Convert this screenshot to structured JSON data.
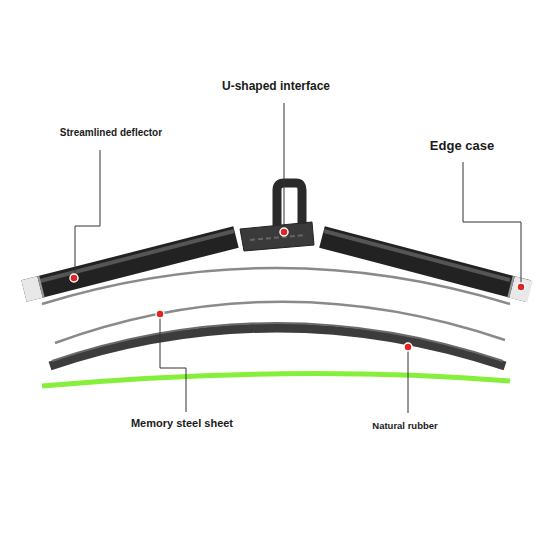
{
  "diagram": {
    "labels": [
      "U-shaped interface",
      "Streamlined deflector",
      "Edge case",
      "Memory steel sheet",
      "Natural rubber"
    ]
  }
}
